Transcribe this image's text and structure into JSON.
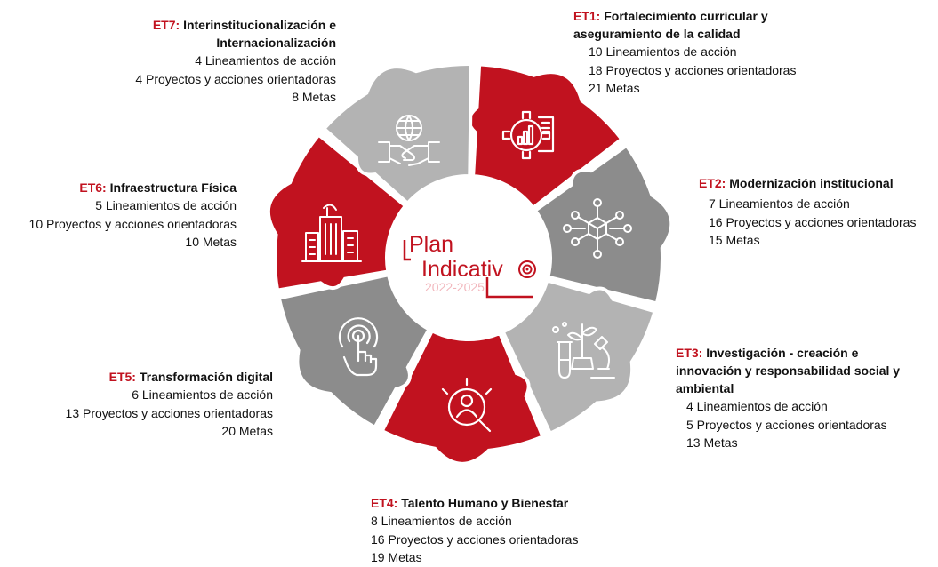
{
  "center": {
    "logo_line1": "Plan",
    "logo_line2": "Indicativ",
    "logo_years": "2022-2025"
  },
  "colors": {
    "red": "#c1121f",
    "mid_gray": "#8c8c8c",
    "light_gray": "#b3b3b3",
    "text": "#111111"
  },
  "axes": [
    {
      "id": "et1",
      "code": "ET1:",
      "title_lines": [
        "Fortalecimiento curricular y",
        "aseguramiento de la calidad"
      ],
      "lines": [
        "10 Lineamientos de acción",
        "18 Proyectos y acciones orientadoras",
        "21 Metas"
      ],
      "piece_color": "red",
      "icon": "gear-chart-icon"
    },
    {
      "id": "et2",
      "code": "ET2:",
      "title_lines": [
        "Modernización institucional"
      ],
      "lines": [
        "7 Lineamientos de acción",
        "16 Proyectos y acciones orientadoras",
        "15 Metas"
      ],
      "piece_color": "mid_gray",
      "icon": "network-cube-icon"
    },
    {
      "id": "et3",
      "code": "ET3:",
      "title_lines": [
        "Investigación - creación e",
        "innovación y responsabilidad social y",
        "ambiental"
      ],
      "lines": [
        "4 Lineamientos de acción",
        "5 Proyectos y acciones orientadoras",
        "13 Metas"
      ],
      "piece_color": "light_gray",
      "icon": "lab-plant-icon"
    },
    {
      "id": "et4",
      "code": "ET4:",
      "title_lines": [
        "Talento Humano y Bienestar"
      ],
      "lines": [
        "8 Lineamientos de acción",
        "16 Proyectos y acciones orientadoras",
        "19 Metas"
      ],
      "piece_color": "red",
      "icon": "person-search-icon"
    },
    {
      "id": "et5",
      "code": "ET5:",
      "title_lines": [
        "Transformación digital"
      ],
      "lines": [
        "6 Lineamientos de acción",
        "13 Proyectos y acciones orientadoras",
        "20 Metas"
      ],
      "piece_color": "mid_gray",
      "icon": "touch-target-icon"
    },
    {
      "id": "et6",
      "code": "ET6:",
      "title_lines": [
        "Infraestructura Física"
      ],
      "lines": [
        "5 Lineamientos de acción",
        "10 Proyectos y acciones orientadoras",
        "10 Metas"
      ],
      "piece_color": "red",
      "icon": "buildings-icon"
    },
    {
      "id": "et7",
      "code": "ET7:",
      "title_lines": [
        "Interinstitucionalización e",
        "Internacionalización"
      ],
      "lines": [
        "4 Lineamientos de acción",
        "4 Proyectos y acciones orientadoras",
        "8 Metas"
      ],
      "piece_color": "light_gray",
      "icon": "globe-handshake-icon"
    }
  ]
}
